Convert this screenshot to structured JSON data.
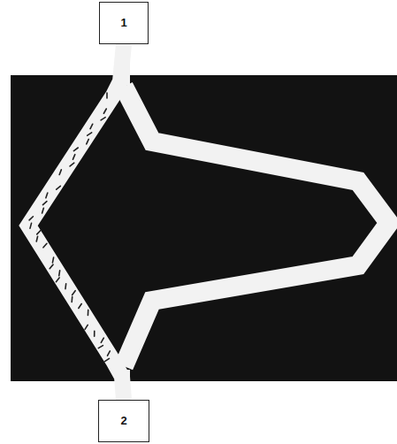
{
  "diagram": {
    "nodes": [
      {
        "text": [
          "1"
        ]
      },
      {
        "text": [
          "2"
        ]
      }
    ],
    "edges": [
      {
        "from": 0,
        "to": 1,
        "arrow": "none"
      }
    ]
  }
}
